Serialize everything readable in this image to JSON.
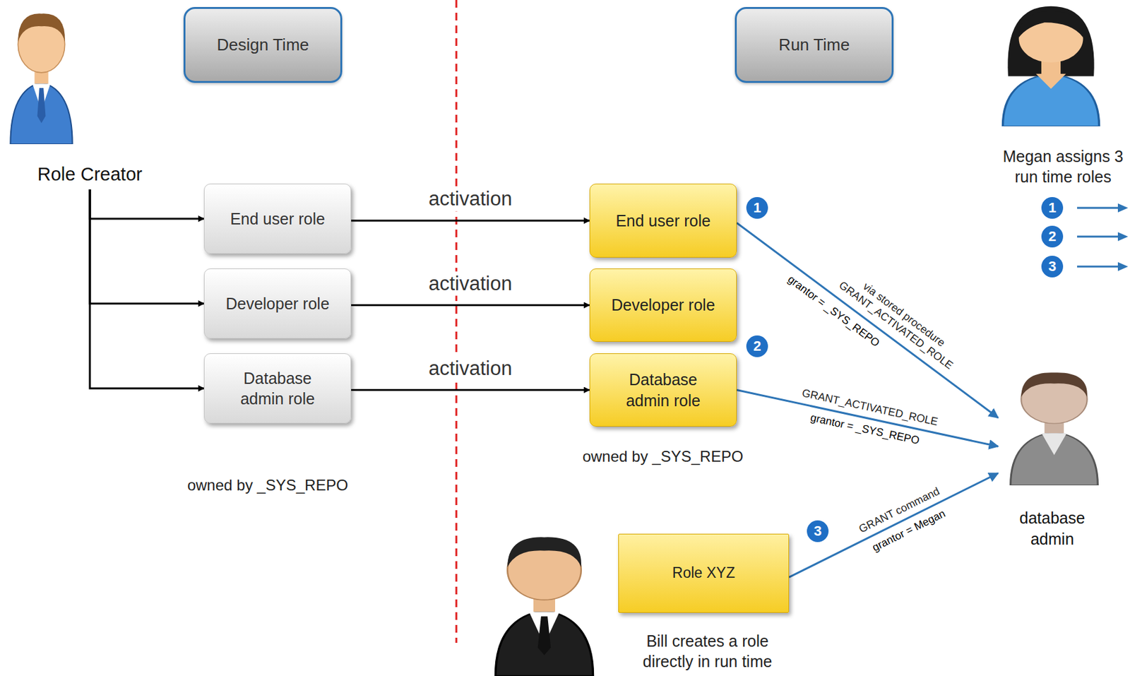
{
  "diagram": {
    "nodes": [
      {
        "text": [
          "Design Time"
        ]
      },
      {
        "text": [
          "Run Time"
        ]
      },
      {
        "text": [
          "Role Creator"
        ]
      },
      {
        "text": [
          "End user role"
        ]
      },
      {
        "text": [
          "Developer role"
        ]
      },
      {
        "text": [
          "Database admin role"
        ]
      },
      {
        "text": [
          "End user role"
        ]
      },
      {
        "text": [
          "Developer role"
        ]
      },
      {
        "text": [
          "Database admin role"
        ]
      },
      {
        "text": [
          "Role XYZ"
        ]
      },
      {
        "text": [
          "database admin"
        ]
      }
    ],
    "edges": [
      {
        "from": 2,
        "to": 3,
        "arrow": "to"
      },
      {
        "from": 2,
        "to": 4,
        "arrow": "to"
      },
      {
        "from": 2,
        "to": 5,
        "arrow": "to"
      },
      {
        "from": 3,
        "to": 6,
        "label": "activation",
        "arrow": "to"
      },
      {
        "from": 4,
        "to": 7,
        "label": "activation",
        "arrow": "to"
      },
      {
        "from": 5,
        "to": 8,
        "label": "activation",
        "arrow": "to"
      },
      {
        "from": 6,
        "to": 10,
        "label": "via stored procedure GRANT_ACTIVATED_ROLE",
        "arrow": "to"
      },
      {
        "from": 8,
        "to": 10,
        "label": "GRANT_ACTIVATED_ROLE",
        "arrow": "to"
      },
      {
        "from": 9,
        "to": 10,
        "label": "GRANT command",
        "arrow": "to"
      }
    ],
    "labels": [
      "owned by _SYS_REPO",
      "owned by _SYS_REPO",
      "1",
      "2",
      "3",
      "Megan assigns 3 run time roles",
      "1",
      "2",
      "3",
      "grantor = _SYS_REPO",
      "grantor = _SYS_REPO",
      "grantor = Megan",
      "Bill creates a role directly in run time"
    ]
  }
}
